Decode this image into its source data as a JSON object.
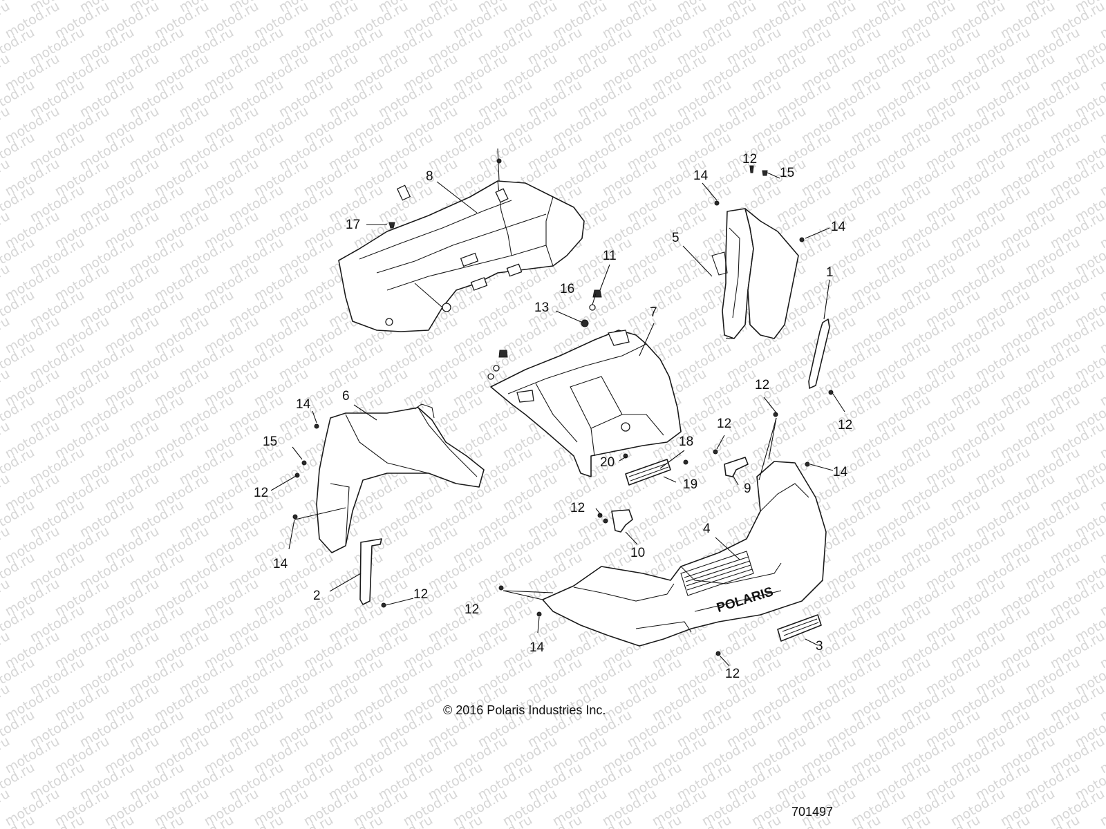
{
  "watermark": "motod.ru",
  "copyright": "© 2016 Polaris Industries Inc.",
  "diagram_number": "701497",
  "callouts": [
    "1",
    "2",
    "3",
    "4",
    "5",
    "6",
    "7",
    "8",
    "9",
    "10",
    "11",
    "12",
    "13",
    "14",
    "15",
    "16",
    "17",
    "18",
    "19",
    "20"
  ],
  "brand_text": "POLARIS"
}
